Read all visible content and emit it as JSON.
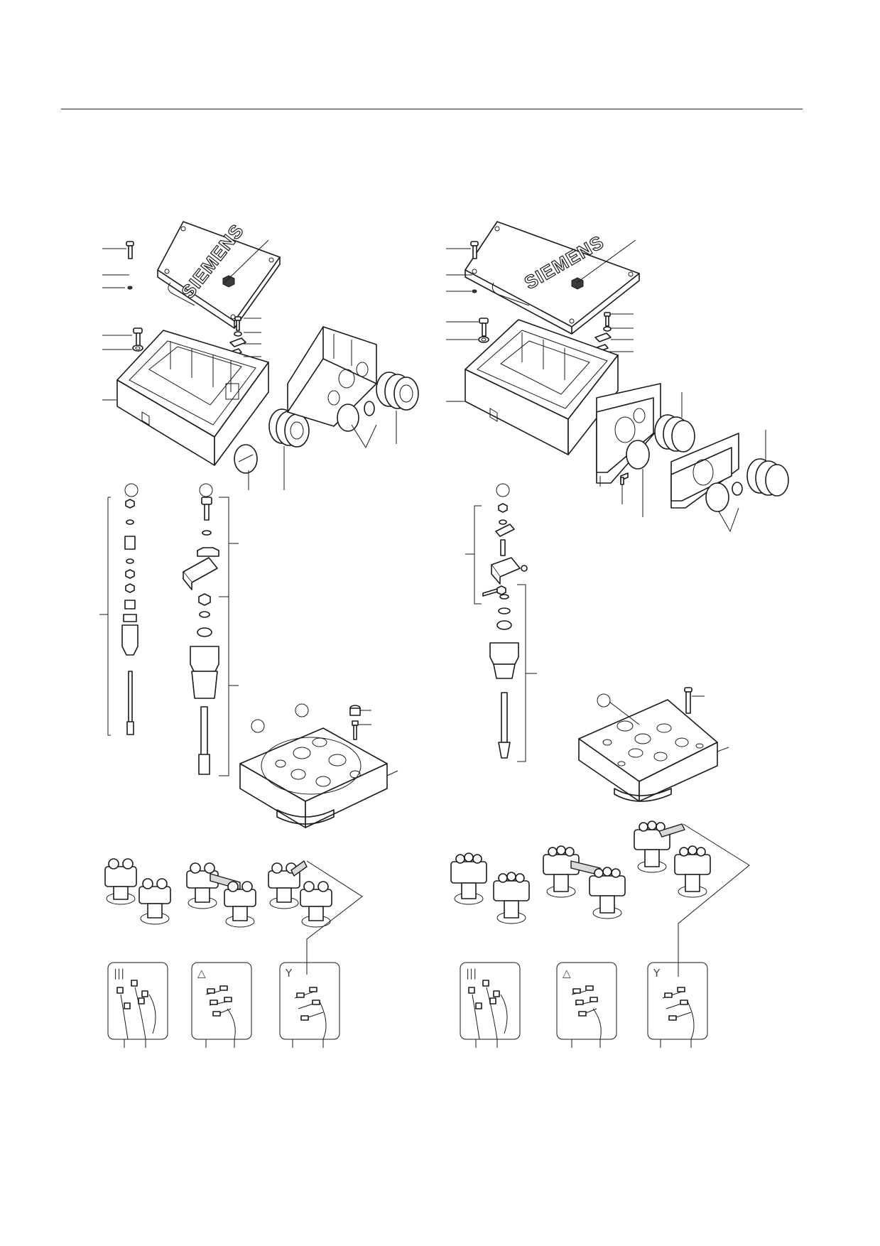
{
  "brand": "SIEMENS",
  "left_assembly": {
    "brand": "SIEMENS"
  },
  "right_assembly": {
    "brand": "SIEMENS"
  },
  "connection_symbols": {
    "parallel": "|||",
    "delta": "△",
    "star": "Y"
  },
  "colors": {
    "line": "#1a1a1a",
    "shade": "#d9d9d9",
    "background": "#ffffff"
  }
}
